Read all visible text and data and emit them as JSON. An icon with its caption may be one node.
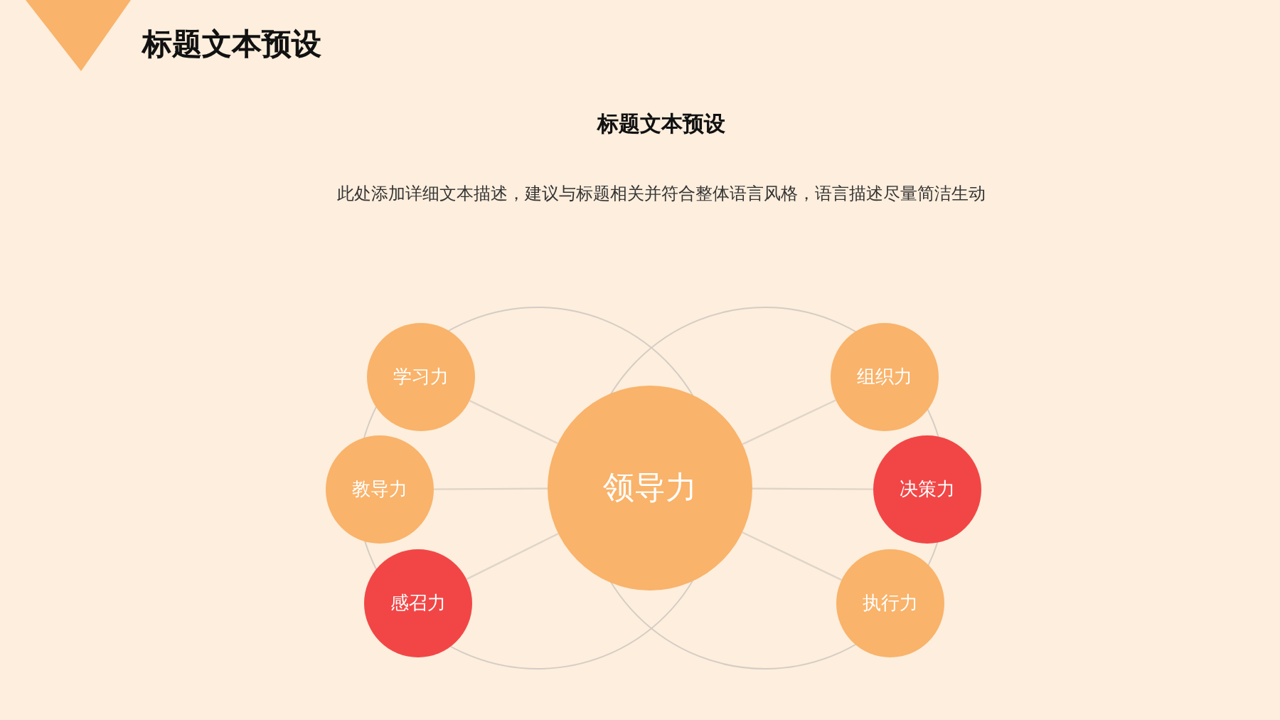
{
  "diagram": {
    "title": "标题文本预设",
    "nodes": [
      {
        "text": [
          "领导力"
        ]
      },
      {
        "text": [
          "学习力"
        ]
      },
      {
        "text": [
          "教导力"
        ]
      },
      {
        "text": [
          "感召力"
        ]
      },
      {
        "text": [
          "组织力"
        ]
      },
      {
        "text": [
          "决策力"
        ]
      },
      {
        "text": [
          "执行力"
        ]
      }
    ],
    "edges": [
      {
        "from": 0,
        "to": 1,
        "arrow": "none"
      },
      {
        "from": 0,
        "to": 2,
        "arrow": "none"
      },
      {
        "from": 0,
        "to": 3,
        "arrow": "none"
      },
      {
        "from": 0,
        "to": 4,
        "arrow": "none"
      },
      {
        "from": 0,
        "to": 5,
        "arrow": "none"
      },
      {
        "from": 0,
        "to": 6,
        "arrow": "none"
      }
    ],
    "labels": [
      "标题文本预设",
      "此处添加详细文本描述，建议与标题相关并符合整体语言风格，语言描述尽量简洁生动"
    ]
  }
}
